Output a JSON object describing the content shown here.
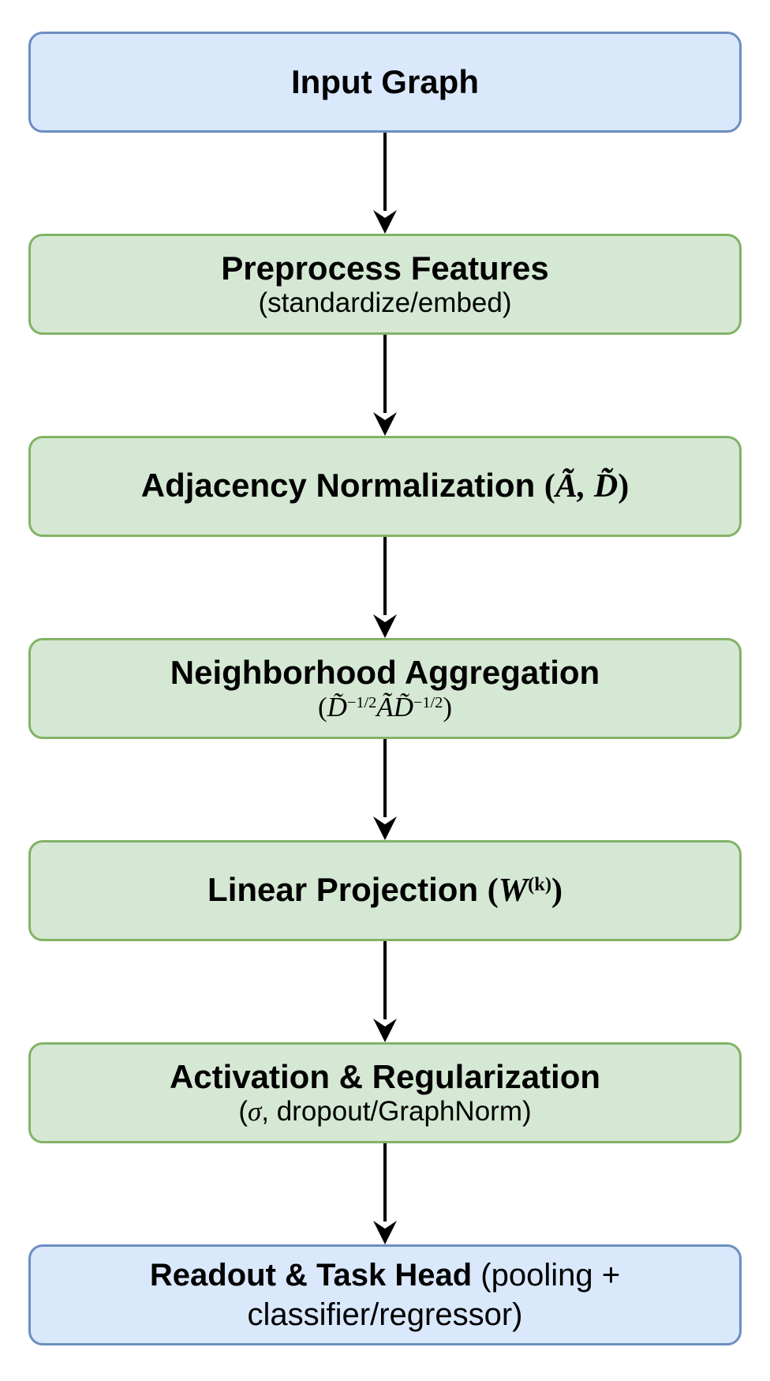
{
  "diagram": {
    "description": "GNN layer pipeline flowchart",
    "colors": {
      "background": "#ffffff",
      "io_node_fill": "#dae8fc",
      "io_node_border": "#6c8ebf",
      "process_node_fill": "#d5e8d4",
      "process_node_border": "#82b366",
      "arrow": "#000000",
      "text": "#000000"
    },
    "nodes": [
      {
        "id": "input-graph",
        "kind": "blue",
        "title": "Input Graph"
      },
      {
        "id": "preprocess-features",
        "kind": "green",
        "title": "Preprocess Features",
        "subtitle": "(standardize/embed)"
      },
      {
        "id": "adjacency-normalization",
        "kind": "green",
        "title": "Adjacency Normalization",
        "math": {
          "open": "(",
          "letters": "Ã, D̃",
          "close": ")"
        }
      },
      {
        "id": "neighborhood-aggregation",
        "kind": "green",
        "title": "Neighborhood Aggregation",
        "formula": {
          "open": "(",
          "d1": "D̃",
          "sup1": "−1/2",
          "ad": "ÃD̃",
          "sup2": "−1/2",
          "close": ")"
        }
      },
      {
        "id": "linear-projection",
        "kind": "green",
        "title": "Linear Projection",
        "math": {
          "open": "(",
          "base": "W",
          "sup": "(k)",
          "close": ")"
        }
      },
      {
        "id": "activation-regularization",
        "kind": "green",
        "title": "Activation & Regularization",
        "subtitle_parts": {
          "open": "(",
          "sigma": "σ",
          "rest": ", dropout/GraphNorm)"
        }
      },
      {
        "id": "readout-task-head",
        "kind": "blue",
        "title_bold": "Readout & Task Head",
        "title_rest": " (pooling + classifier/regressor)"
      }
    ],
    "arrows": {
      "count": 6,
      "direction": "down"
    }
  }
}
